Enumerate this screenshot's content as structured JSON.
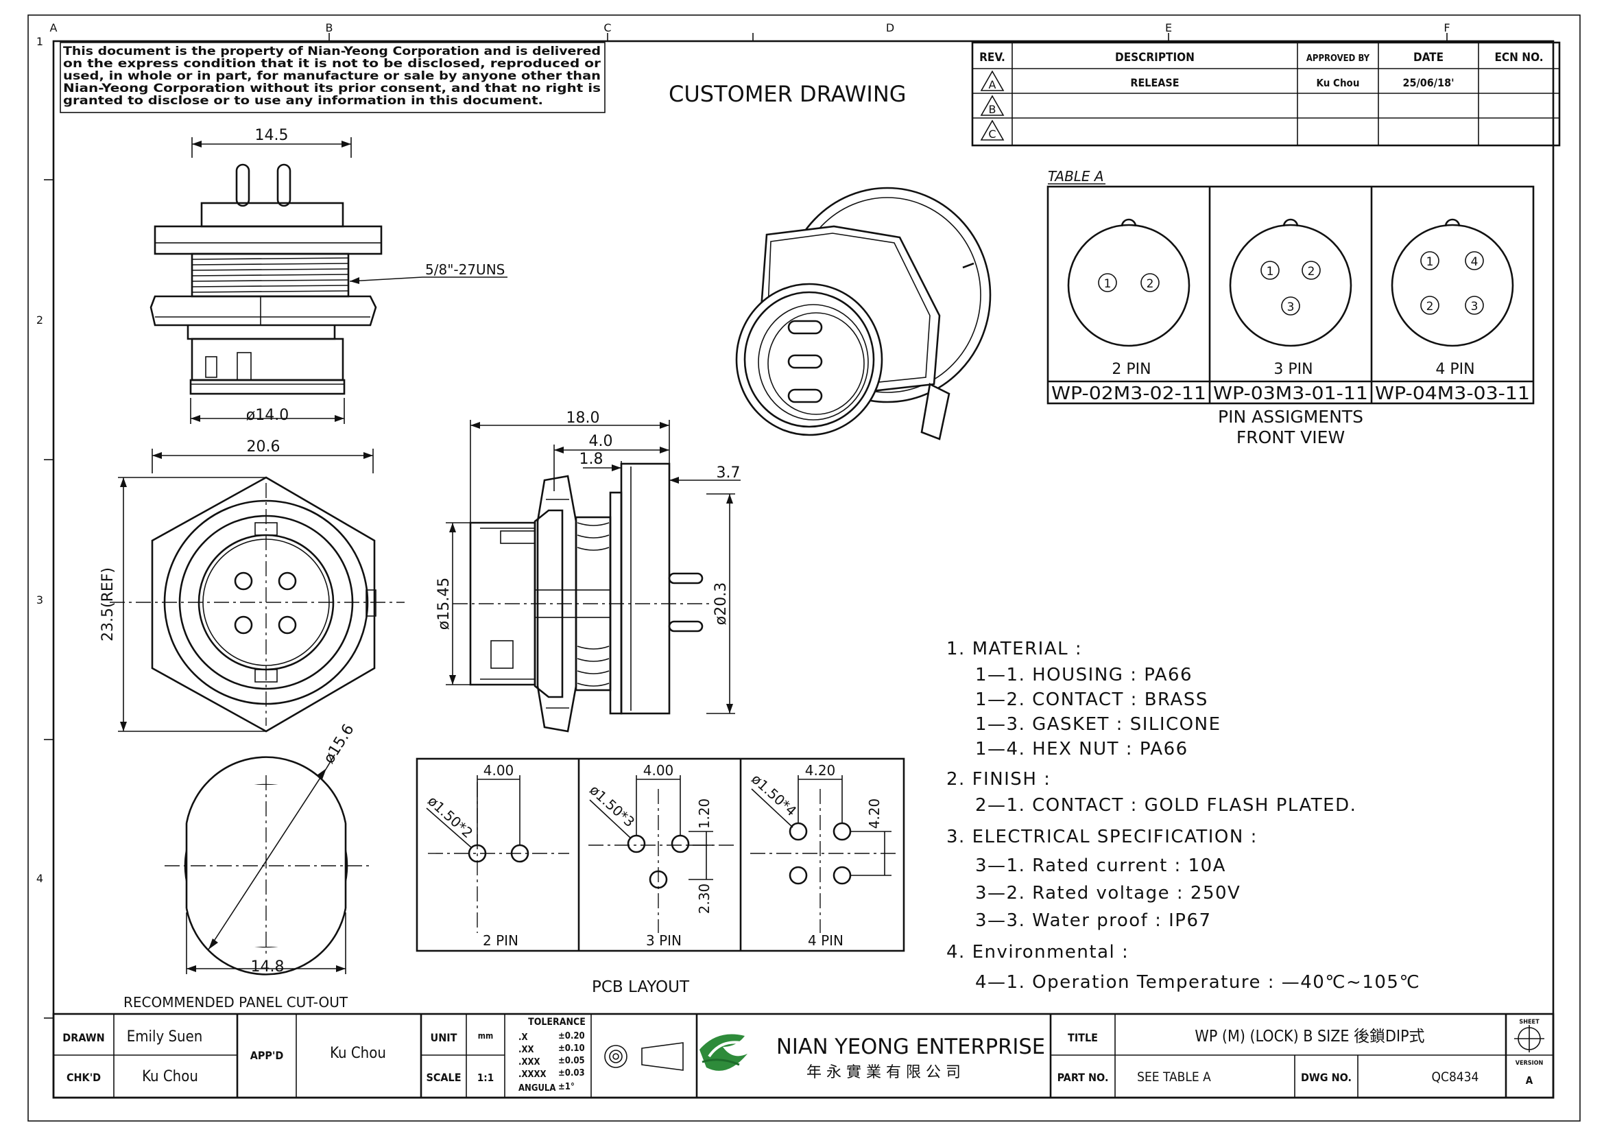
{
  "notice": {
    "lines": [
      "This document is the property of Nian-Yeong Corporation and is delivered",
      "on  the  express condition that it is not to be disclosed, reproduced or",
      "used, in whole or in part, for manufacture or sale by anyone other than",
      "Nian-Yeong Corporation without  its prior consent, and that  no right  is",
      "granted to disclose or to use any information in this  document."
    ]
  },
  "drawing_title": "CUSTOMER  DRAWING",
  "grid": {
    "columns": [
      "A",
      "B",
      "C",
      "D",
      "E",
      "F"
    ],
    "rows": [
      "1",
      "2",
      "3",
      "4"
    ]
  },
  "revision_table": {
    "headers": [
      "REV.",
      "DESCRIPTION",
      "APPROVED BY",
      "DATE",
      "ECN NO."
    ],
    "rows": [
      {
        "rev": "A",
        "description": "RELEASE",
        "approved": "Ku Chou",
        "date": "25/06/18'",
        "ecn": ""
      },
      {
        "rev": "B",
        "description": "",
        "approved": "",
        "date": "",
        "ecn": ""
      },
      {
        "rev": "C",
        "description": "",
        "approved": "",
        "date": "",
        "ecn": ""
      }
    ]
  },
  "table_a": {
    "title": "TABLE A",
    "cells": [
      {
        "pins": [
          "1",
          "2"
        ],
        "label": "2  PIN",
        "part": "WP-02M3-02-11"
      },
      {
        "pins": [
          "1",
          "2",
          "3"
        ],
        "label": "3  PIN",
        "part": "WP-03M3-01-11"
      },
      {
        "pins": [
          "1",
          "4",
          "2",
          "3"
        ],
        "label": "4  PIN",
        "part": "WP-04M3-03-11"
      }
    ],
    "caption_line1": "PIN  ASSIGMENTS",
    "caption_line2": "FRONT  VIEW"
  },
  "dimensions": {
    "top_width": "14.5",
    "thread": "5/8\"-27UNS",
    "bottom_dia": "ø14.0",
    "hex_width": "20.6",
    "hex_height": "23.5(REF)",
    "side_total": "18.0",
    "side_a": "4.0",
    "side_b": "1.8",
    "side_c": "3.7",
    "side_dia_left": "ø15.45",
    "side_dia_right": "ø20.3",
    "cutout_dia": "ø15.6",
    "cutout_flat": "14.8",
    "cutout_caption": "RECOMMENDED  PANEL  CUT-OUT"
  },
  "pcb": {
    "caption": "PCB  LAYOUT",
    "cells": [
      {
        "label": "2  PIN",
        "hole": "ø1.50*2",
        "spacing": "4.00"
      },
      {
        "label": "3  PIN",
        "hole": "ø1.50*3",
        "spacing": "4.00",
        "v1": "1.20",
        "v2": "2.30"
      },
      {
        "label": "4  PIN",
        "hole": "ø1.50*4",
        "spacing": "4.20",
        "v1": "4.20"
      }
    ]
  },
  "notes": [
    {
      "text": "1.  MATERIAL  :",
      "indent": 0
    },
    {
      "text": "1—1.  HOUSING  :  PA66",
      "indent": 1
    },
    {
      "text": "1—2.  CONTACT  :  BRASS",
      "indent": 1
    },
    {
      "text": "1—3.  GASKET  :  SILICONE",
      "indent": 1
    },
    {
      "text": "1—4.  HEX  NUT  :  PA66",
      "indent": 1
    },
    {
      "text": "2.  FINISH  :",
      "indent": 0
    },
    {
      "text": "2—1.  CONTACT  :  GOLD  FLASH  PLATED.",
      "indent": 1
    },
    {
      "text": "3.  ELECTRICAL  SPECIFICATION  :",
      "indent": 0
    },
    {
      "text": "3—1.  Rated  current  :  10A",
      "indent": 1
    },
    {
      "text": "3—2.  Rated  voltage  :  250V",
      "indent": 1
    },
    {
      "text": "3—3.  Water  proof  :  IP67",
      "indent": 1
    },
    {
      "text": "4.  Environmental  :",
      "indent": 0
    },
    {
      "text": "4—1.  Operation  Temperature  :  —40℃~105℃",
      "indent": 1
    }
  ],
  "title_block": {
    "drawn_label": "DRAWN",
    "drawn_value": "Emily Suen",
    "chkd_label": "CHK'D",
    "chkd_value": "Ku Chou",
    "appd_label": "APP'D",
    "appd_value": "Ku Chou",
    "unit_label": "UNIT",
    "unit_value": "mm",
    "scale_label": "SCALE",
    "scale_value": "1:1",
    "tolerance_title": "TOLERANCE",
    "tolerance_rows": [
      {
        "k": ".X",
        "v": "±0.20"
      },
      {
        "k": ".XX",
        "v": "±0.10"
      },
      {
        "k": ".XXX",
        "v": "±0.05"
      },
      {
        "k": ".XXXX",
        "v": "±0.03"
      },
      {
        "k": "ANGULA",
        "v": "±1°"
      }
    ],
    "company_en": "NIAN YEONG ENTERPRISE",
    "company_cn": "年 永 實 業 有 限 公 司",
    "title_label": "TITLE",
    "title_value": "WP  (M)  (LOCK)  B  SIZE  後鎖DIP式",
    "partno_label": "PART NO.",
    "partno_value": "SEE TABLE A",
    "dwgno_label": "DWG NO.",
    "dwgno_value": "QC8434",
    "sheet_label": "SHEET",
    "version_label": "VERSION",
    "version_value": "A"
  }
}
